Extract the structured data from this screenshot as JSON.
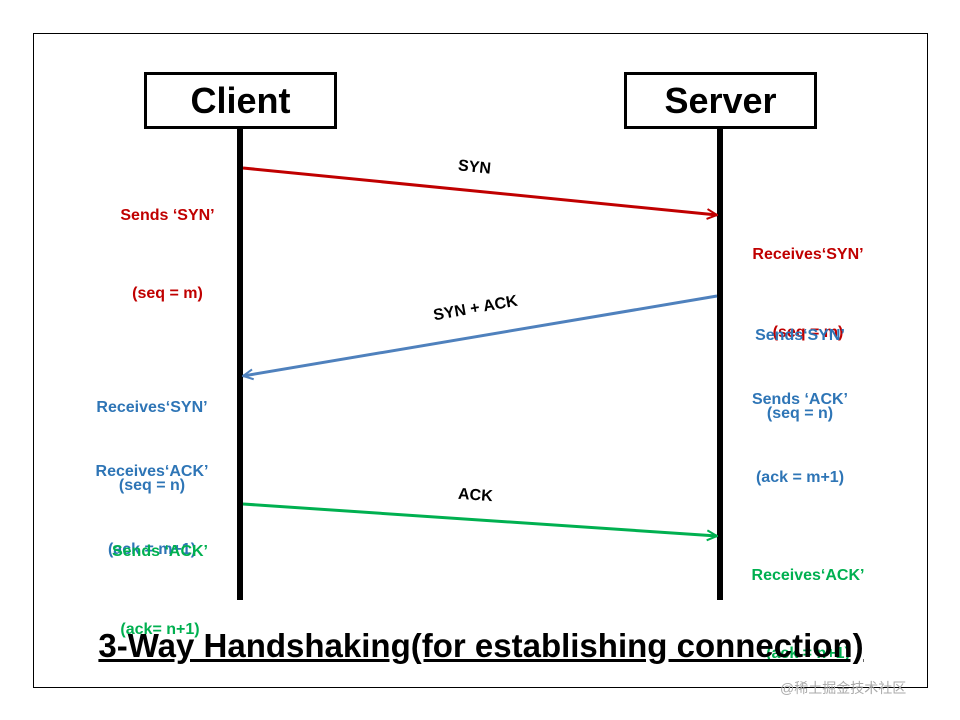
{
  "colors": {
    "syn": "#c00000",
    "synack": "#4f81bd",
    "ack": "#00b050",
    "label_blue": "#2e75b6"
  },
  "client": "Client",
  "server": "Server",
  "client_notes": {
    "sends_syn": [
      "Sends ‘SYN’",
      "(seq = m)"
    ],
    "receives_syn": [
      "Receives‘SYN’",
      "(seq = n)"
    ],
    "receives_ack": [
      "Receives‘ACK’",
      "(ack = m+1)"
    ],
    "sends_ack": [
      "Sends ‘ACK’",
      "(ack= n+1)"
    ]
  },
  "server_notes": {
    "receives_syn": [
      "Receives‘SYN’",
      "(seq = m)"
    ],
    "sends_syn": [
      "Sends‘SYN’",
      "(seq = n)"
    ],
    "sends_ack": [
      "Sends ‘ACK’",
      "(ack = m+1)"
    ],
    "receives_ack": [
      "Receives‘ACK’",
      "(ack = n+1)"
    ]
  },
  "messages": {
    "syn": "SYN",
    "synack": "SYN + ACK",
    "ack": "ACK"
  },
  "title": "3-Way Handshaking(for establishing connection)",
  "watermark": "@稀土掘金技术社区"
}
